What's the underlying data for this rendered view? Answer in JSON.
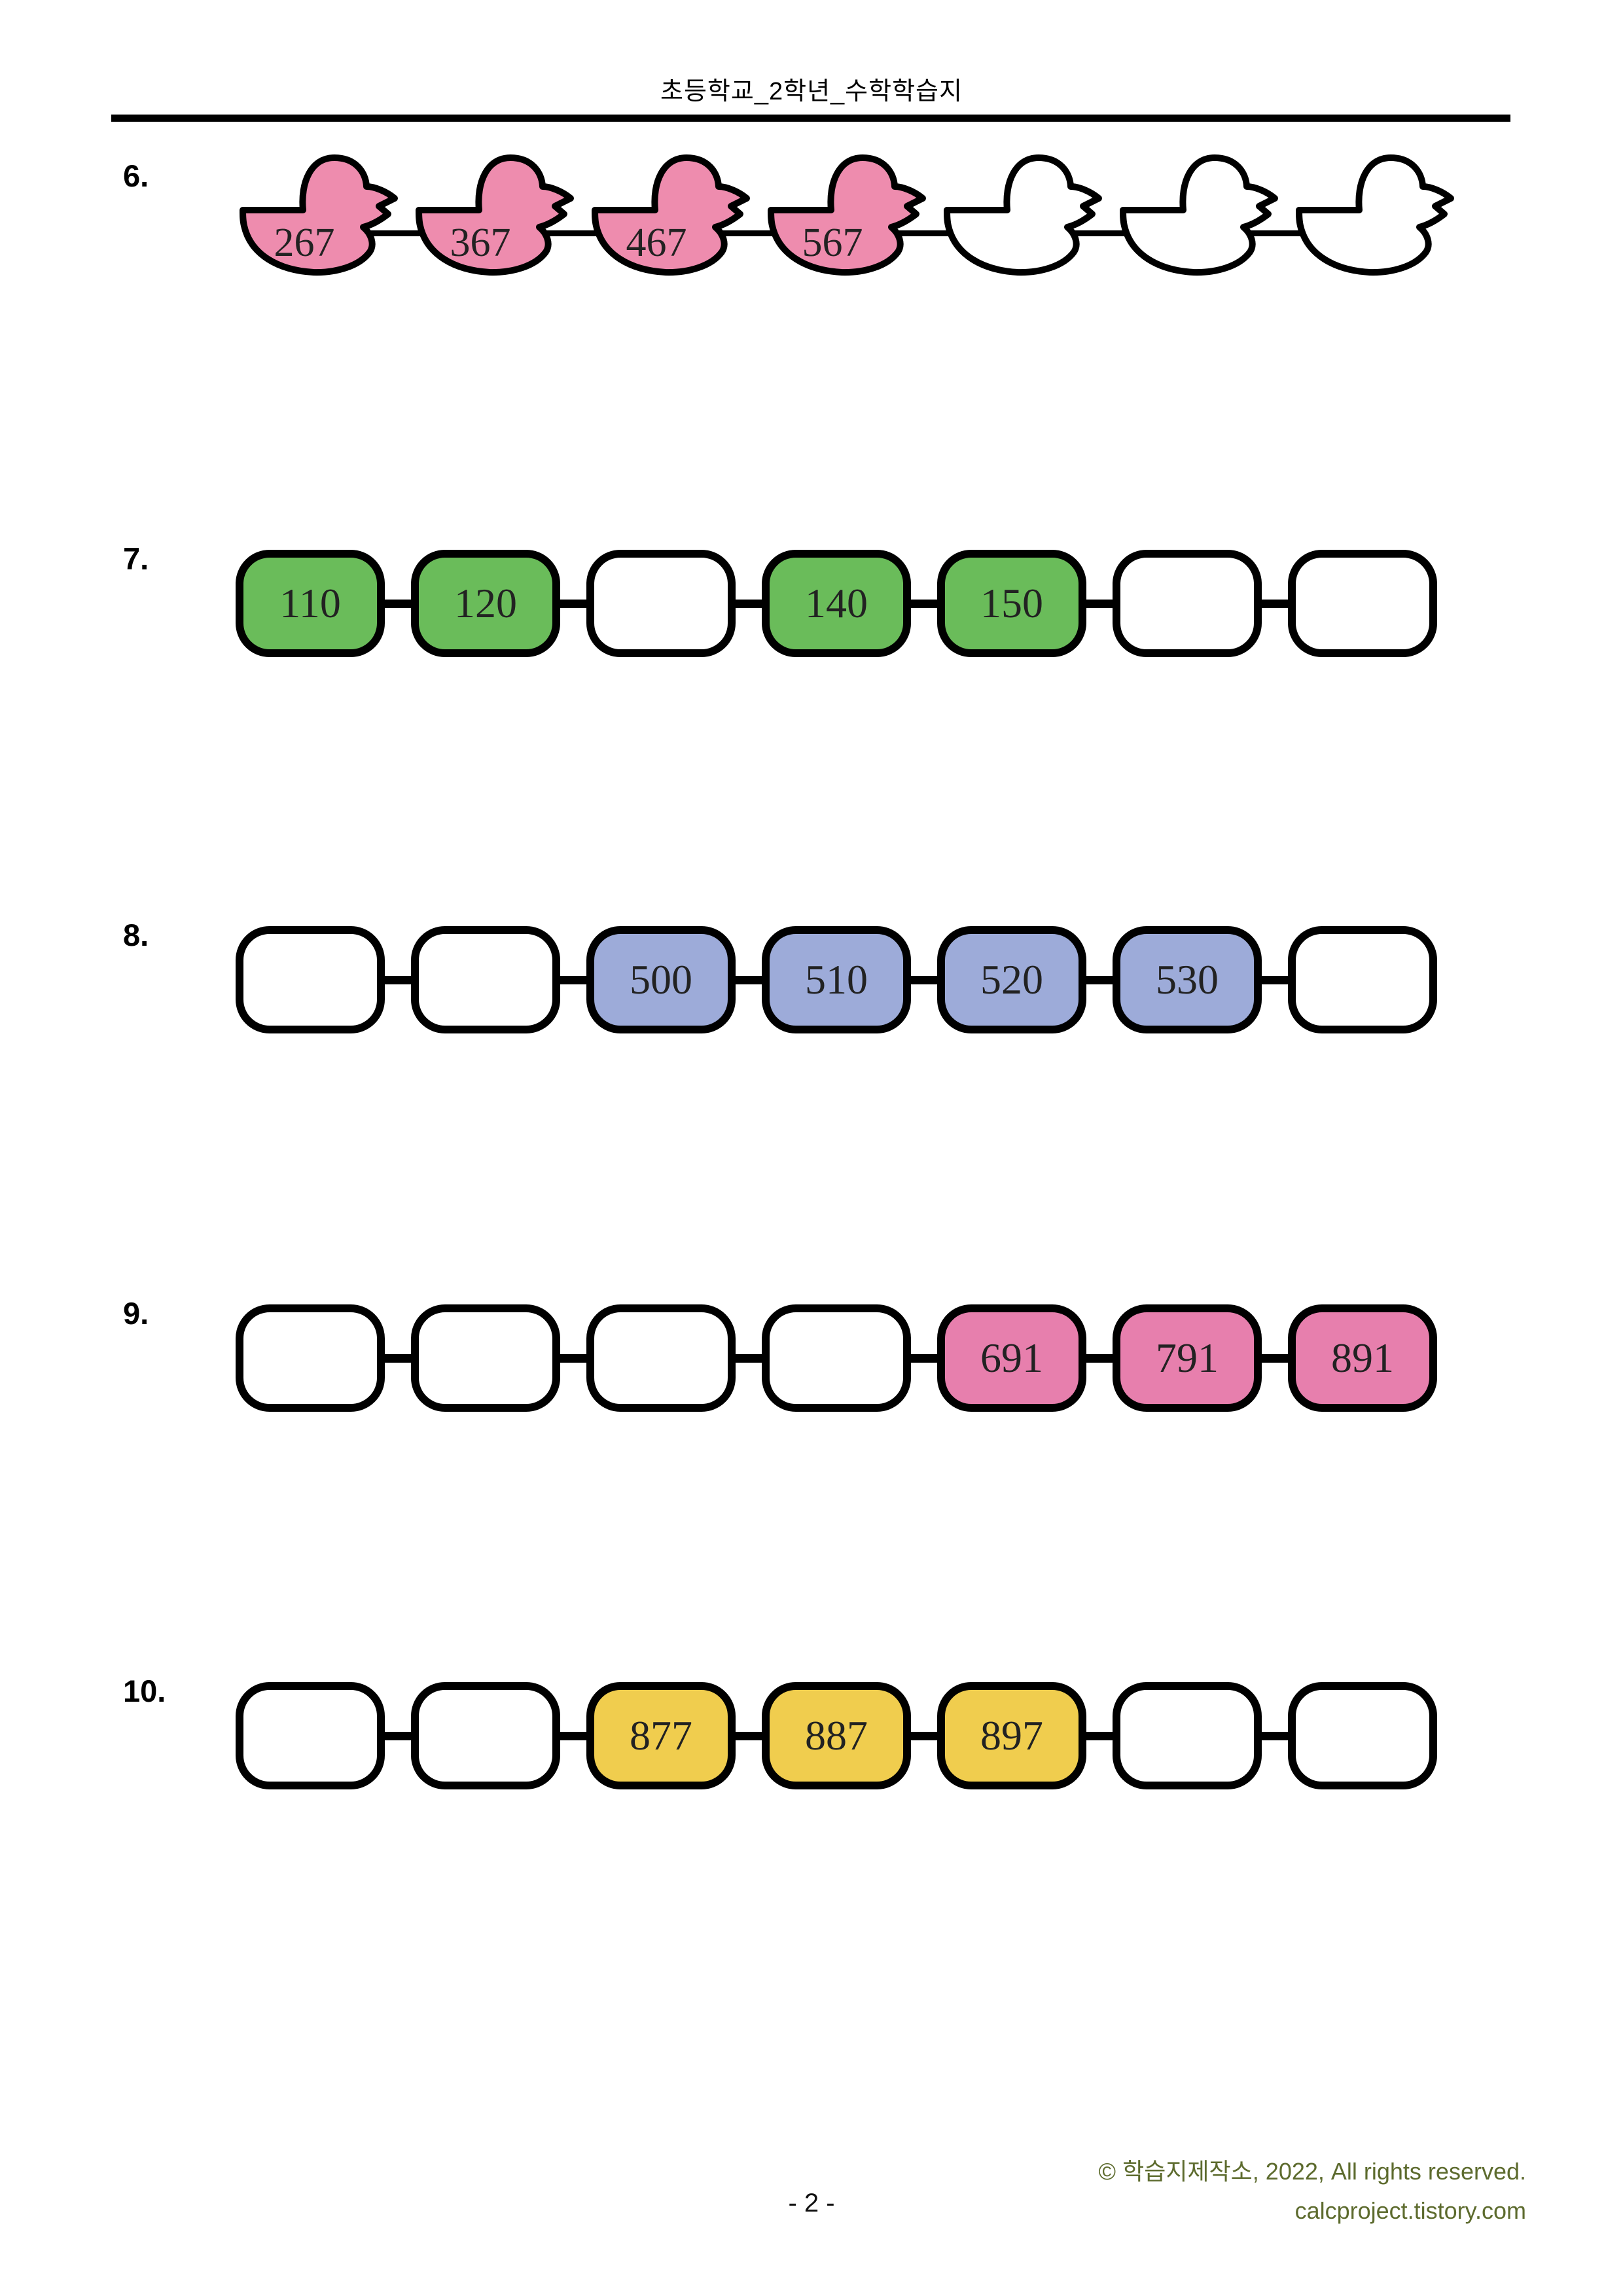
{
  "header": {
    "title": "초등학교_2학년_수학학습지"
  },
  "footer": {
    "page_number": "- 2 -",
    "copyright": "© 학습지제작소, 2022, All rights reserved.",
    "website": "calcproject.tistory.com"
  },
  "colors": {
    "outline": "#000000",
    "number_text": "#222222",
    "footer_text": "#5d6b2e",
    "empty_fill": "#ffffff",
    "duck_pink": "#ee8cae",
    "green": "#6abc5a",
    "periwinkle": "#9dabd9",
    "pink": "#e77fad",
    "yellow": "#f0cd4e"
  },
  "problems": [
    {
      "label": "6.",
      "shape": "duck",
      "fill": "duck_pink",
      "items": [
        "267",
        "367",
        "467",
        "567",
        "",
        "",
        ""
      ]
    },
    {
      "label": "7.",
      "shape": "rounded-box",
      "fill": "green",
      "items": [
        "110",
        "120",
        "",
        "140",
        "150",
        "",
        ""
      ]
    },
    {
      "label": "8.",
      "shape": "rounded-box",
      "fill": "periwinkle",
      "items": [
        "",
        "",
        "500",
        "510",
        "520",
        "530",
        ""
      ]
    },
    {
      "label": "9.",
      "shape": "rounded-box",
      "fill": "pink",
      "items": [
        "",
        "",
        "",
        "",
        "691",
        "791",
        "891"
      ]
    },
    {
      "label": "10.",
      "shape": "rounded-box",
      "fill": "yellow",
      "items": [
        "",
        "",
        "877",
        "887",
        "897",
        "",
        ""
      ]
    }
  ]
}
